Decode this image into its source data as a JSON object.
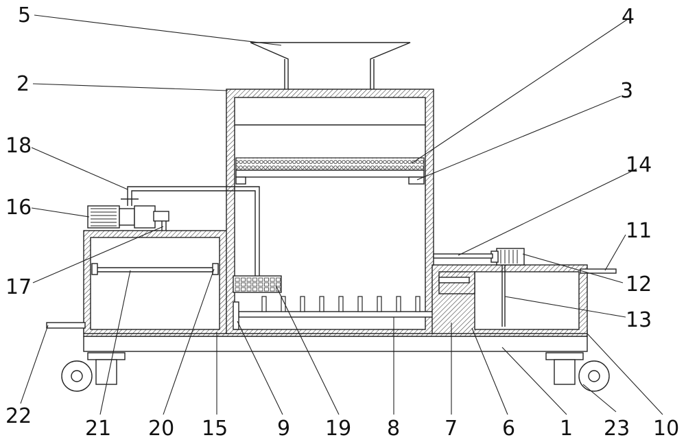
{
  "labels": [
    {
      "id": "5",
      "text": "5"
    },
    {
      "id": "4",
      "text": "4"
    },
    {
      "id": "2",
      "text": "2"
    },
    {
      "id": "3",
      "text": "3"
    },
    {
      "id": "18",
      "text": "18"
    },
    {
      "id": "14",
      "text": "14"
    },
    {
      "id": "16",
      "text": "16"
    },
    {
      "id": "11",
      "text": "11"
    },
    {
      "id": "17",
      "text": "17"
    },
    {
      "id": "12",
      "text": "12"
    },
    {
      "id": "13",
      "text": "13"
    },
    {
      "id": "22",
      "text": "22"
    },
    {
      "id": "21",
      "text": "21"
    },
    {
      "id": "20",
      "text": "20"
    },
    {
      "id": "15",
      "text": "15"
    },
    {
      "id": "9",
      "text": "9"
    },
    {
      "id": "19",
      "text": "19"
    },
    {
      "id": "8",
      "text": "8"
    },
    {
      "id": "7",
      "text": "7"
    },
    {
      "id": "6",
      "text": "6"
    },
    {
      "id": "1",
      "text": "1"
    },
    {
      "id": "23",
      "text": "23"
    },
    {
      "id": "10",
      "text": "10"
    }
  ]
}
